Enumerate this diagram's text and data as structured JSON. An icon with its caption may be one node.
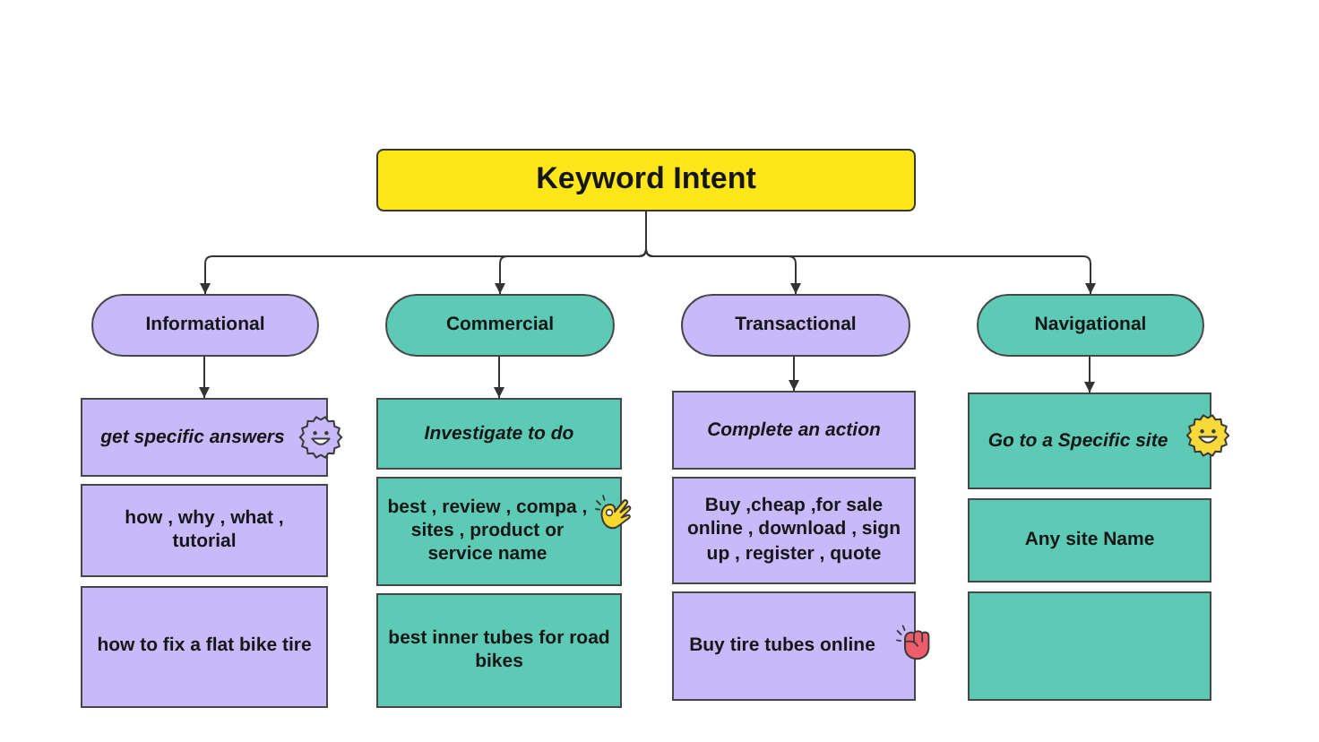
{
  "diagram": {
    "nodes": [
      {
        "text": [
          "Keyword Intent"
        ]
      },
      {
        "text": [
          "Informational"
        ]
      },
      {
        "text": [
          "Commercial"
        ]
      },
      {
        "text": [
          "Transactional"
        ]
      },
      {
        "text": [
          "Navigational"
        ]
      },
      {
        "text": [
          "get specific answers"
        ]
      },
      {
        "text": [
          "how , why , what , tutorial"
        ]
      },
      {
        "text": [
          "how to fix a flat bike tire"
        ]
      },
      {
        "text": [
          "Investigate to do"
        ]
      },
      {
        "text": [
          "best , review , compa , sites , product or service name"
        ]
      },
      {
        "text": [
          "best inner tubes for road bikes"
        ]
      },
      {
        "text": [
          "Complete an action"
        ]
      },
      {
        "text": [
          "Buy ,cheap ,for sale online , download , sign up , register , quote"
        ]
      },
      {
        "text": [
          "Buy tire tubes online"
        ]
      },
      {
        "text": [
          "Go to a Specific site"
        ]
      },
      {
        "text": [
          "Any site Name"
        ]
      },
      {
        "text": [],
        "shape": "box"
      }
    ],
    "edges": [
      {
        "from": 0,
        "to": 1,
        "arrow": "to"
      },
      {
        "from": 0,
        "to": 2,
        "arrow": "to"
      },
      {
        "from": 0,
        "to": 3,
        "arrow": "to"
      },
      {
        "from": 0,
        "to": 4,
        "arrow": "to"
      },
      {
        "from": 1,
        "to": 5,
        "arrow": "to"
      },
      {
        "from": 2,
        "to": 8,
        "arrow": "to"
      },
      {
        "from": 3,
        "to": 11,
        "arrow": "to"
      },
      {
        "from": 4,
        "to": 14,
        "arrow": "to"
      }
    ]
  }
}
